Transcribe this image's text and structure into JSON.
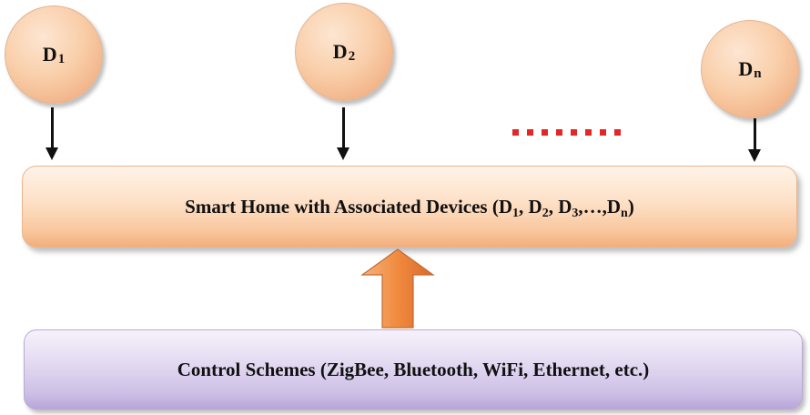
{
  "devices": [
    {
      "id": "d1",
      "letter": "D",
      "sub": "1"
    },
    {
      "id": "d2",
      "letter": "D",
      "sub": "2"
    },
    {
      "id": "dn",
      "letter": "D",
      "sub": "n"
    }
  ],
  "ellipsis_color": "#e32626",
  "smart_home": {
    "prefix": "Smart Home with Associated Devices (",
    "d1_letter": "D",
    "d1_sub": "1",
    "sep1": ", ",
    "d2_letter": "D",
    "d2_sub": "2",
    "sep2": ", ",
    "d3_letter": "D",
    "d3_sub": "3",
    "sep3": ",…,",
    "dn_letter": "D",
    "dn_sub": "n",
    "suffix": ")"
  },
  "control_schemes": {
    "label": "Control Schemes (ZigBee, Bluetooth, WiFi, Ethernet, etc.)"
  },
  "colors": {
    "device_fill": "#f9cfaa",
    "smart_home_fill": "#fde0c6",
    "control_fill": "#e2d8f1",
    "up_arrow_fill": "#f0883e"
  }
}
